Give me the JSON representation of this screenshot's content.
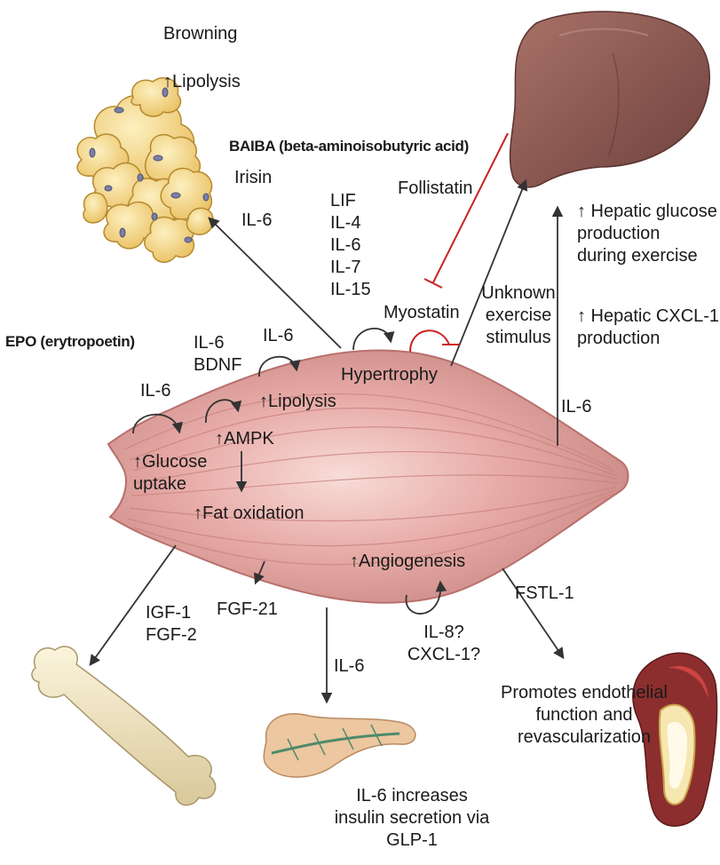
{
  "colors": {
    "muscle": "#e8aca8",
    "muscle_stroke": "#c87c7a",
    "fat_cell": "#f6d78a",
    "liver": "#8b5a56",
    "bone": "#f0e6c4",
    "pancreas": "#e8c4a0",
    "inhibit_red": "#cc2222",
    "arrow": "#333333"
  },
  "labels": {
    "browning": "Browning",
    "lipolysis_fat": "↑Lipolysis",
    "baiba": "BAIBA (beta-aminoisobutyric acid)",
    "irisin": "Irisin",
    "il6_fat": "IL-6",
    "follistatin": "Follistatin",
    "cytokines": "LIF\nIL-4\nIL-6\nIL-7\nIL-15",
    "myostatin": "Myostatin",
    "hypertrophy": "Hypertrophy",
    "unknown_stimulus": "Unknown\nexercise\nstimulus",
    "hepatic_glucose": "↑ Hepatic glucose\nproduction\nduring exercise",
    "hepatic_cxcl1": "↑ Hepatic CXCL-1\nproduction",
    "il6_liver": "IL-6",
    "epo": "EPO (erytropoetin)",
    "il6_bdnf": "IL-6\nBDNF",
    "il6_lipolysis": "IL-6",
    "lipolysis_muscle": "↑Lipolysis",
    "il6_glucose": "IL-6",
    "ampk": "↑AMPK",
    "glucose_uptake": "↑Glucose\nuptake",
    "fat_oxidation": "↑Fat oxidation",
    "angiogenesis": "↑Angiogenesis",
    "igf_fgf": "IGF-1\nFGF-2",
    "fgf21": "FGF-21",
    "il6_pancreas": "IL-6",
    "il8_cxcl1": "IL-8?\nCXCL-1?",
    "fstl1": "FSTL-1",
    "endothelial": "Promotes endothelial\nfunction and\nrevascularization",
    "insulin": "IL-6 increases\ninsulin secretion via\nGLP-1"
  }
}
